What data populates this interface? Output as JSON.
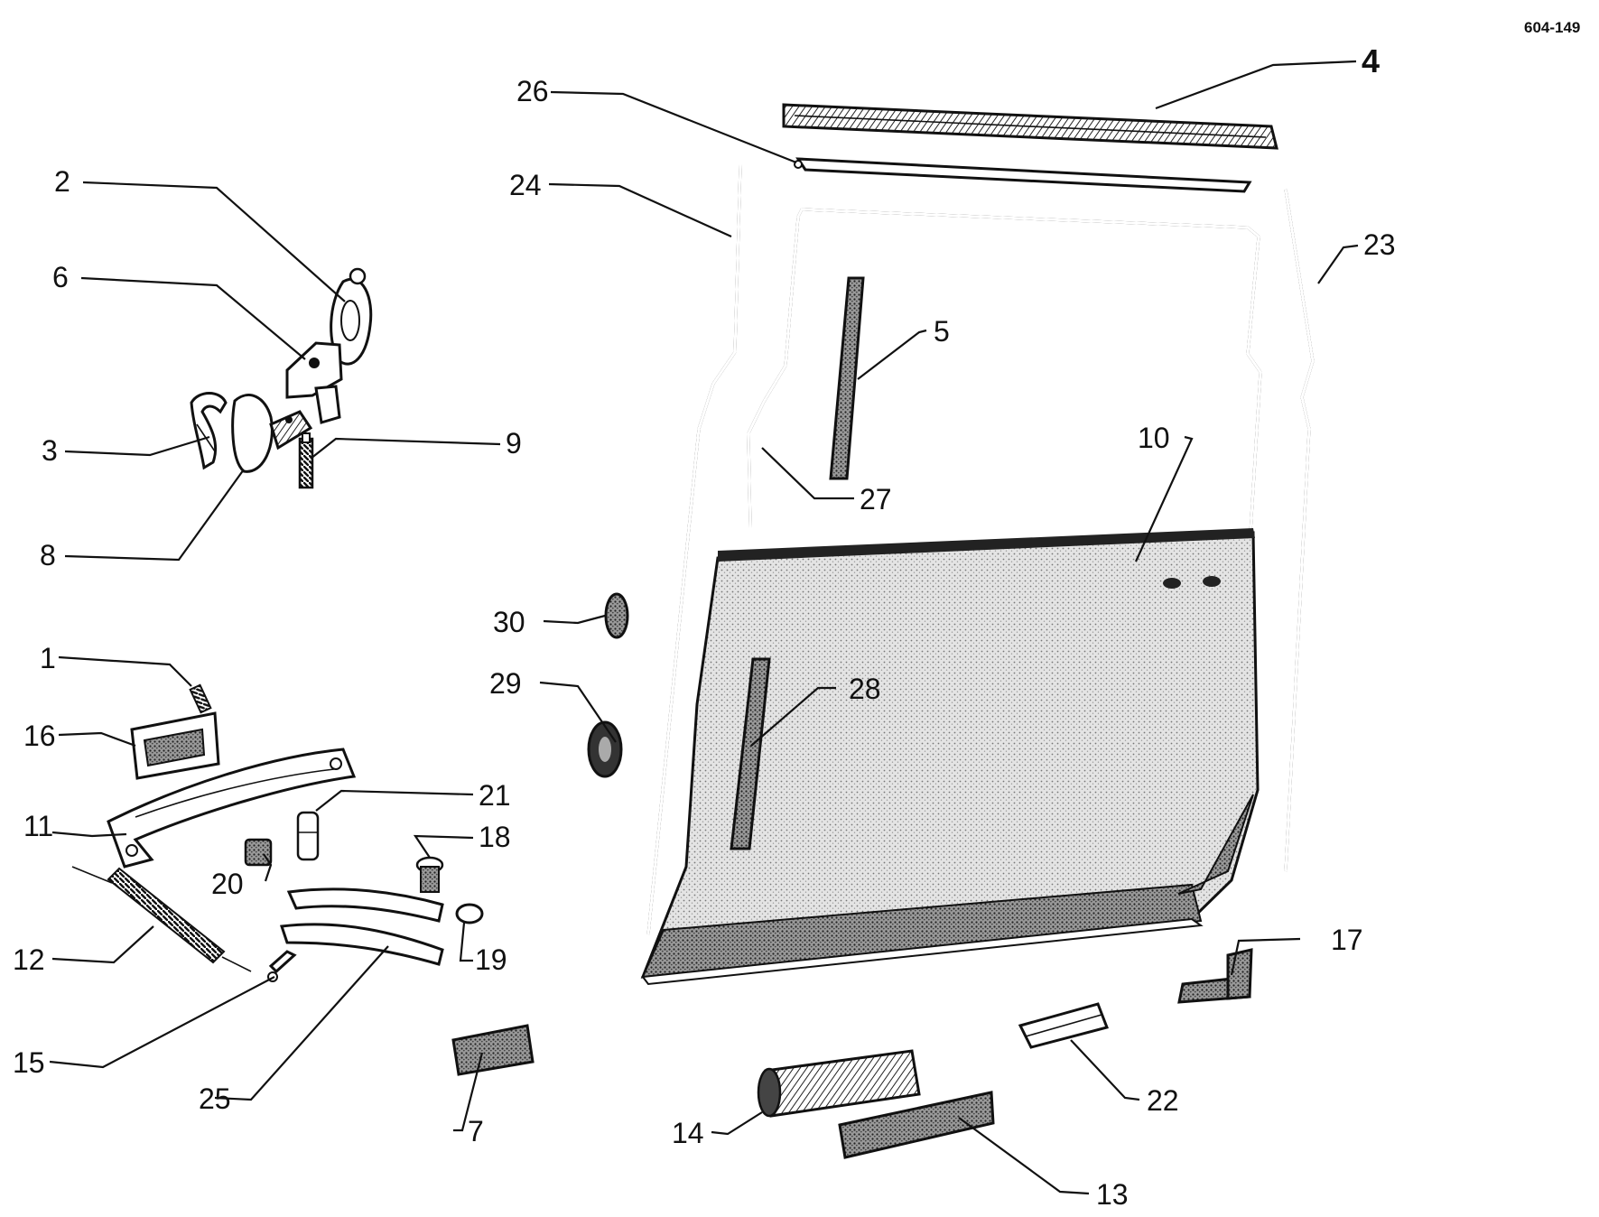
{
  "figure_ref": "604-149",
  "callouts": {
    "c1": "1",
    "c2": "2",
    "c3": "3",
    "c4": "4",
    "c5": "5",
    "c6": "6",
    "c7": "7",
    "c8": "8",
    "c9": "9",
    "c10": "10",
    "c11": "11",
    "c12": "12",
    "c13": "13",
    "c14": "14",
    "c15": "15",
    "c16": "16",
    "c17": "17",
    "c18": "18",
    "c19": "19",
    "c20": "20",
    "c21": "21",
    "c22": "22",
    "c23": "23",
    "c24": "24",
    "c25": "25",
    "c26": "26",
    "c27": "27",
    "c28": "28",
    "c29": "29",
    "c30": "30"
  },
  "colors": {
    "ink": "#111111",
    "paper": "#ffffff",
    "panel_shade": "#d8d8d8",
    "dark_shade": "#555555"
  }
}
